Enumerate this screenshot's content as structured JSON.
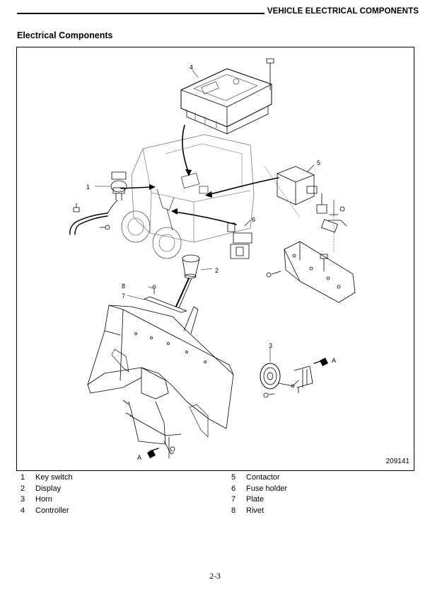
{
  "header": {
    "title": "VEHICLE ELECTRICAL COMPONENTS"
  },
  "section": {
    "title": "Electrical Components"
  },
  "figure": {
    "number": "209141",
    "callouts": [
      "1",
      "2",
      "3",
      "4",
      "5",
      "6",
      "7",
      "8"
    ],
    "view_labels": [
      "A",
      "A"
    ]
  },
  "legend": {
    "left": [
      {
        "num": "1",
        "label": "Key switch"
      },
      {
        "num": "2",
        "label": "Display"
      },
      {
        "num": "3",
        "label": "Horn"
      },
      {
        "num": "4",
        "label": "Controller"
      }
    ],
    "right": [
      {
        "num": "5",
        "label": "Contactor"
      },
      {
        "num": "6",
        "label": "Fuse holder"
      },
      {
        "num": "7",
        "label": "Plate"
      },
      {
        "num": "8",
        "label": "Rivet"
      }
    ]
  },
  "footer": {
    "page_number": "2-3"
  }
}
